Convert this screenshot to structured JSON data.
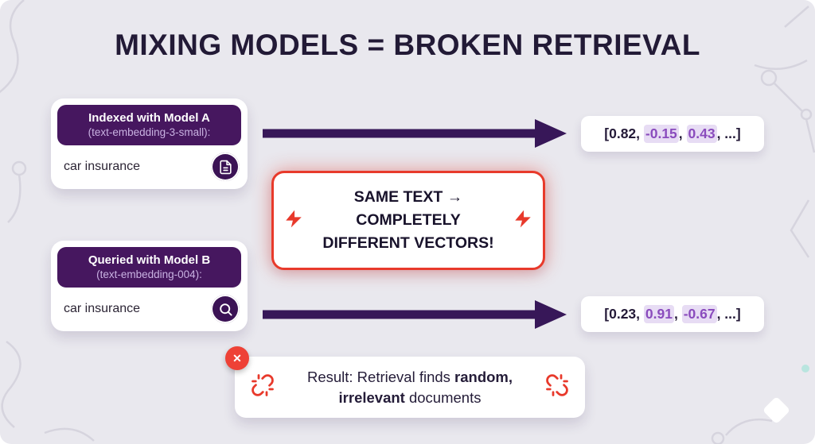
{
  "title": "MIXING MODELS = BROKEN RETRIEVAL",
  "colors": {
    "background": "#e9e8ee",
    "header_purple": "#46175f",
    "arrow_purple": "#371758",
    "alert_red": "#e83a2b",
    "highlight_text": "#8a4bbd",
    "highlight_bg": "#e7dcf4",
    "title_color": "#221a36"
  },
  "model_a_card": {
    "header": "Indexed with Model A",
    "subheader": "(text-embedding-3-small):",
    "query": "car insurance",
    "icon": "document-icon"
  },
  "model_b_card": {
    "header": "Queried with Model B",
    "subheader": "(text-embedding-004):",
    "query": "car insurance",
    "icon": "search-icon"
  },
  "vector_a": {
    "segments": [
      {
        "text": "[",
        "style": "plain"
      },
      {
        "text": "0.82",
        "style": "plain"
      },
      {
        "text": ", ",
        "style": "plain"
      },
      {
        "text": "-0.15",
        "style": "hl"
      },
      {
        "text": ", ",
        "style": "plain"
      },
      {
        "text": "0.43",
        "style": "hl"
      },
      {
        "text": ", ...]",
        "style": "plain"
      }
    ]
  },
  "vector_b": {
    "segments": [
      {
        "text": "[",
        "style": "plain"
      },
      {
        "text": "0.23",
        "style": "plain"
      },
      {
        "text": ", ",
        "style": "plain"
      },
      {
        "text": "0.91",
        "style": "hl"
      },
      {
        "text": ", ",
        "style": "plain"
      },
      {
        "text": "-0.67",
        "style": "hl"
      },
      {
        "text": ", ...]",
        "style": "plain"
      }
    ]
  },
  "warning_card": {
    "lines": [
      "SAME TEXT →",
      "COMPLETELY",
      "DIFFERENT VECTORS!"
    ],
    "icon": "lightning-icon"
  },
  "result_card": {
    "segments": [
      {
        "text": "Result: Retrieval finds ",
        "style": "plain"
      },
      {
        "text": "random, irrelevant",
        "style": "bold"
      },
      {
        "text": " documents",
        "style": "plain"
      }
    ],
    "icon": "broken-link-icon",
    "badge_icon": "x-icon"
  }
}
